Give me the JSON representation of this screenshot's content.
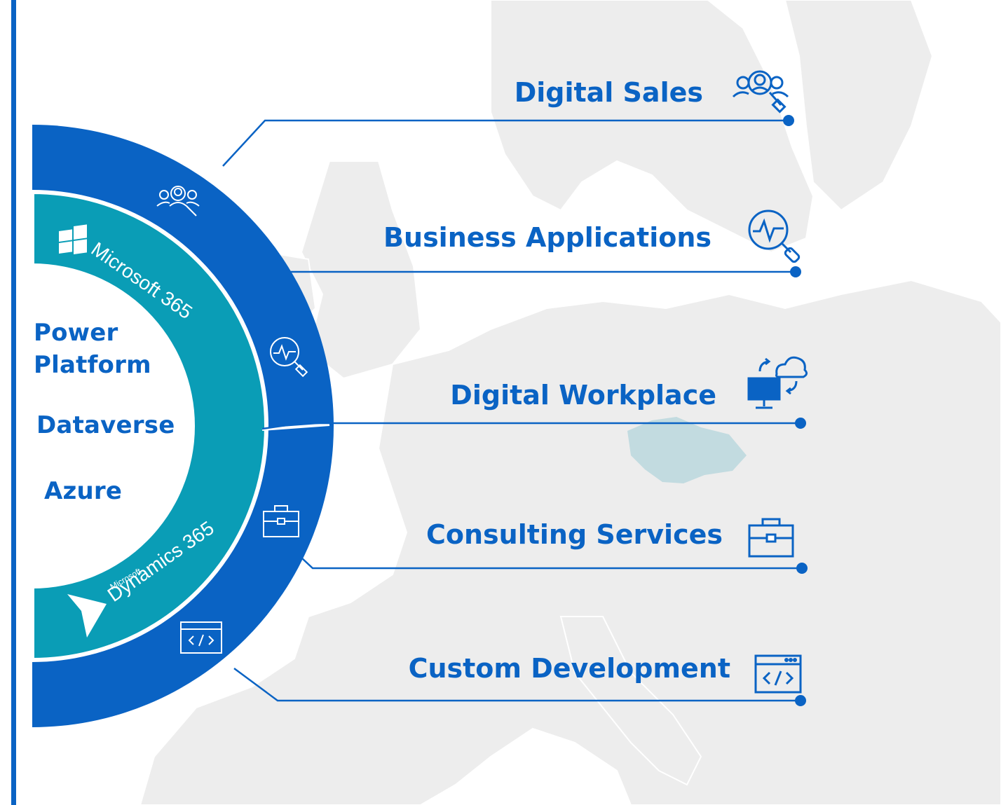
{
  "colors": {
    "primary": "#0a63c4",
    "teal": "#0a9db6",
    "map_land": "#ececec",
    "czech_highlight": "#c2dbe0"
  },
  "core": {
    "power_platform": [
      "Power",
      "Platform"
    ],
    "dataverse": "Dataverse",
    "azure": "Azure",
    "microsoft365": "Microsoft 365",
    "dynamics_small": "Microsoft",
    "dynamics": "Dynamics 365"
  },
  "services": [
    {
      "label": "Digital Sales",
      "icon": "people-search-icon"
    },
    {
      "label": "Business Applications",
      "icon": "analytics-search-icon"
    },
    {
      "label": "Digital Workplace",
      "icon": "cloud-sync-monitor-icon"
    },
    {
      "label": "Consulting Services",
      "icon": "briefcase-icon"
    },
    {
      "label": "Custom Development",
      "icon": "code-window-icon"
    }
  ]
}
